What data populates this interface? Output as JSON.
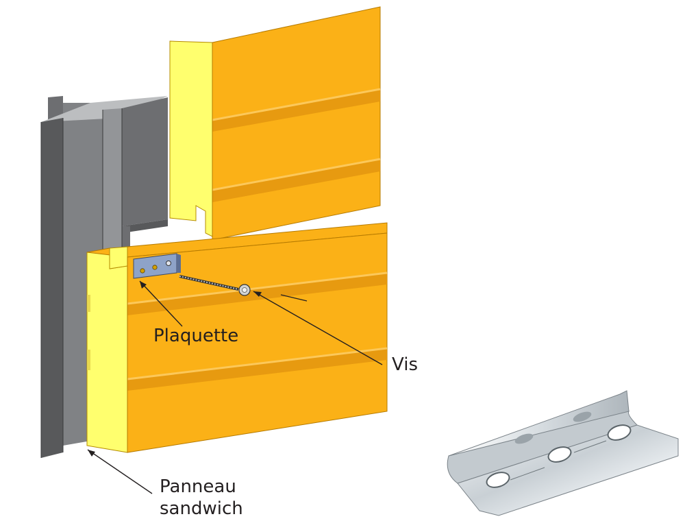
{
  "labels": {
    "plaquette": "Plaquette",
    "vis": "Vis",
    "panneau_line1": "Panneau",
    "panneau_line2": "sandwich"
  },
  "colors": {
    "panel_face": "#fbb117",
    "panel_shadow": "#e79a10",
    "panel_highlight": "#fcc85a",
    "panel_core": "#ffff6e",
    "steel_dark": "#58595b",
    "steel_mid": "#808285",
    "steel_light": "#a7a9ac",
    "clip_blue": "#8ea3c8",
    "metal_light": "#e8ecef",
    "metal_dark": "#8c959c",
    "text": "#231f20"
  },
  "icons": {
    "steel_post": "steel-i-beam-icon",
    "fixing_plate": "fixing-plate-icon",
    "screw": "screw-icon",
    "plate_photo": "metal-plate-photo-icon"
  }
}
